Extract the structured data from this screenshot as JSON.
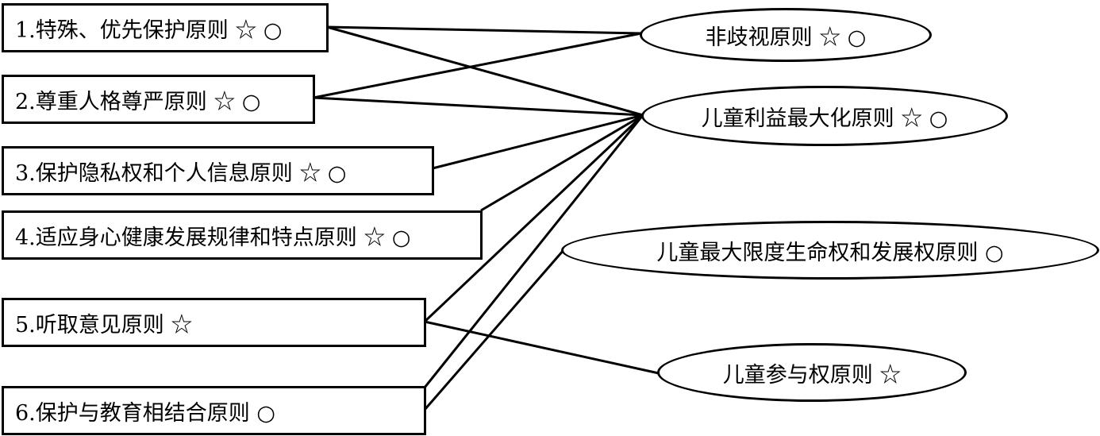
{
  "left_boxes": [
    {
      "label": "1.特殊、优先保护原则 ☆ ○"
    },
    {
      "label": "2.尊重人格尊严原则 ☆ ○"
    },
    {
      "label": "3.保护隐私权和个人信息原则 ☆ ○"
    },
    {
      "label": "4.适应身心健康发展规律和特点原则 ☆ ○"
    },
    {
      "label": "5.听取意见原则 ☆"
    },
    {
      "label": "6.保护与教育相结合原则 ○"
    }
  ],
  "right_ellipses": [
    {
      "label": "非歧视原则 ☆ ○"
    },
    {
      "label": "儿童利益最大化原则 ☆ ○"
    },
    {
      "label": "儿童最大限度生命权和发展权原则 ○"
    },
    {
      "label": "儿童参与权原则 ☆"
    }
  ],
  "connections": [
    {
      "from": 1,
      "to": 1
    },
    {
      "from": 1,
      "to": 2
    },
    {
      "from": 2,
      "to": 1
    },
    {
      "from": 2,
      "to": 2
    },
    {
      "from": 3,
      "to": 2
    },
    {
      "from": 4,
      "to": 2
    },
    {
      "from": 5,
      "to": 2
    },
    {
      "from": 5,
      "to": 4
    },
    {
      "from": 6,
      "to": 2
    },
    {
      "from": 6,
      "to": 3
    }
  ]
}
